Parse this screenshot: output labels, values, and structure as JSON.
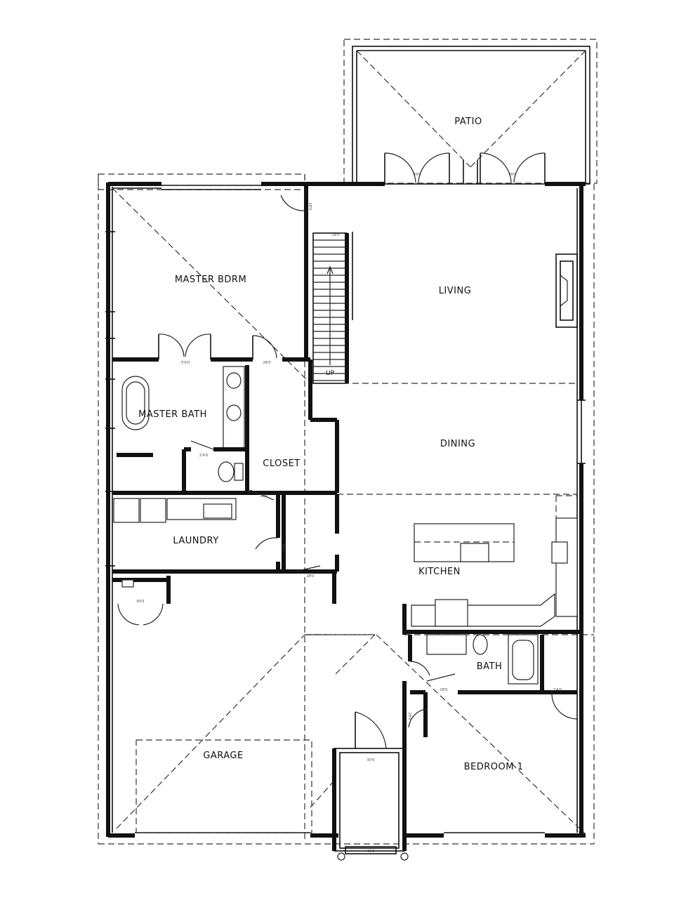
{
  "rooms": {
    "patio": "PATIO",
    "master_bedroom": "MASTER BDRM",
    "living": "LIVING",
    "master_bath": "MASTER BATH",
    "closet": "CLOSET",
    "dining": "DINING",
    "laundry": "LAUNDRY",
    "kitchen": "KITCHEN",
    "bath": "BATH",
    "garage": "GARAGE",
    "bedroom_1": "BEDROOM 1"
  },
  "stair_label": "UP",
  "door_tags": {
    "patio_left": "40'0",
    "patio_right": "40'0",
    "master_bdrm_entry": "28'0",
    "stair_top": "28'0",
    "bath_double": "5'0'0",
    "closet_entry": "28'0",
    "wc": "2'4'0",
    "closet_lower": "28'0",
    "laundry": "28'0",
    "hall": "28'0",
    "storage": "40'0",
    "entry": "30'0",
    "front": "40'0",
    "bath_hall": "28'0",
    "bedroom_1": "28'0",
    "bath_closet": "2'4'0"
  }
}
